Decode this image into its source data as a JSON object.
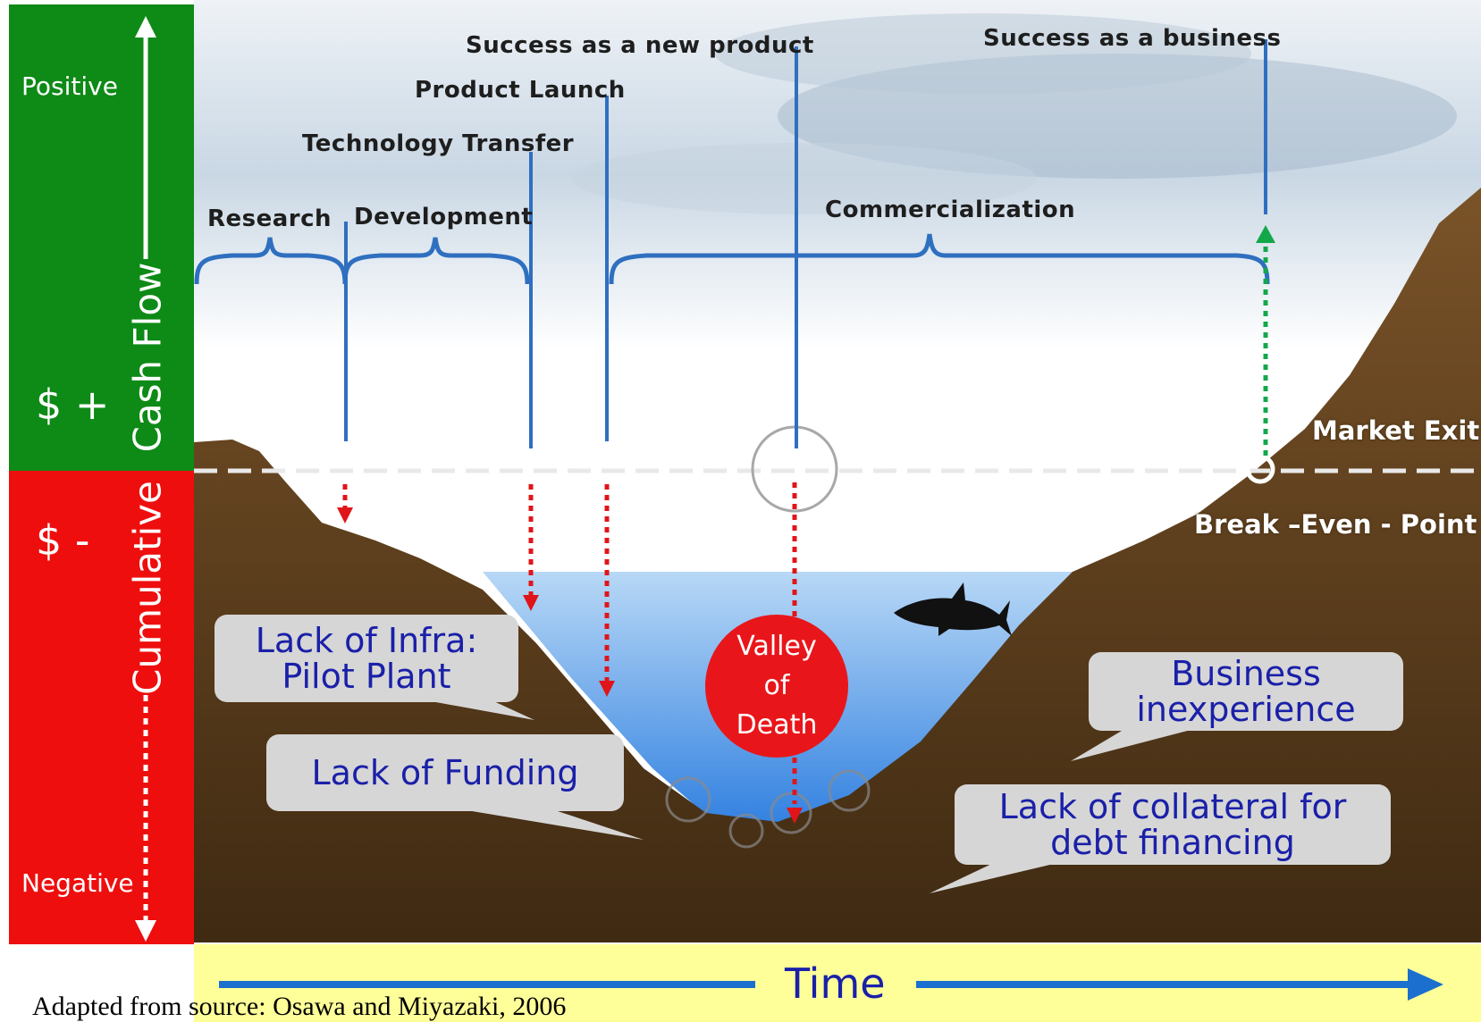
{
  "axis": {
    "positive": "Positive",
    "negative": "Negative",
    "cash_flow_top": "Cash Flow",
    "cash_flow_bottom": "Cumulative",
    "dollar_plus": "$ +",
    "dollar_minus": "$ -"
  },
  "stages": {
    "research": "Research",
    "development": "Development",
    "commercialization": "Commercialization"
  },
  "milestones": {
    "technology_transfer": "Technology Transfer",
    "product_launch": "Product Launch",
    "success_new_product": "Success as a new product",
    "success_business": "Success as a business"
  },
  "points": {
    "market_exit": "Market Exit",
    "break_even": "Break –Even - Point"
  },
  "valley": {
    "line1": "Valley",
    "line2": "of",
    "line3": "Death"
  },
  "callouts": {
    "infra_line1": "Lack of Infra:",
    "infra_line2": "Pilot Plant",
    "funding": "Lack of Funding",
    "business_line1": "Business",
    "business_line2": "inexperience",
    "collateral_line1": "Lack of collateral for",
    "collateral_line2": "debt financing"
  },
  "time_label": "Time",
  "source": "Adapted from source: Osawa and Miyazaki, 2006",
  "colors": {
    "positive_zone": "#0e8a16",
    "negative_zone": "#ee0e0e",
    "ground": "#6e4a24",
    "water": "#6fb1ee",
    "bracket": "#2f6fc0",
    "callout_text": "#1a20a8",
    "valley_circle": "#e8161b",
    "time_band": "#ffff99"
  }
}
